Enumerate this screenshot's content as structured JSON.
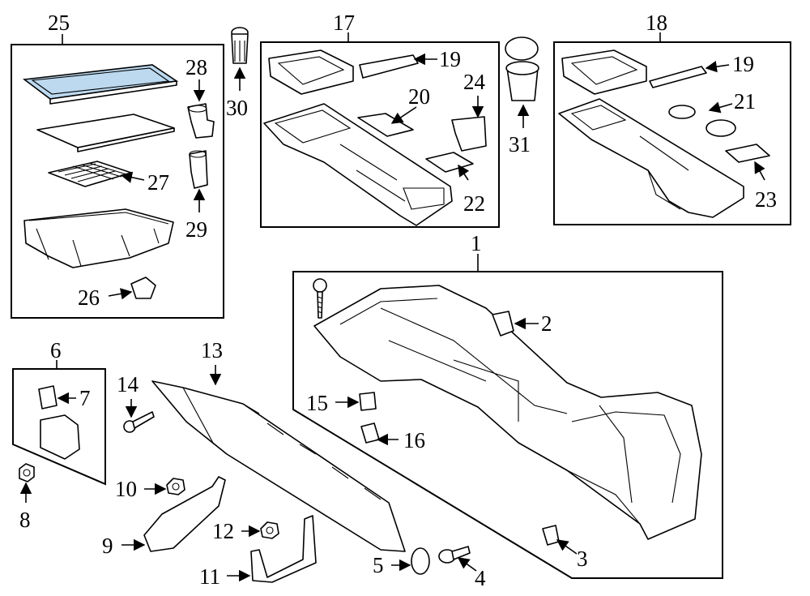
{
  "diagram": {
    "callouts": {
      "c1": "1",
      "c2": "2",
      "c3": "3",
      "c4": "4",
      "c5": "5",
      "c6": "6",
      "c7": "7",
      "c8": "8",
      "c9": "9",
      "c10": "10",
      "c11": "11",
      "c12": "12",
      "c13": "13",
      "c14": "14",
      "c15": "15",
      "c16": "16",
      "c17": "17",
      "c18": "18",
      "c19a": "19",
      "c19b": "19",
      "c20": "20",
      "c21": "21",
      "c22": "22",
      "c23": "23",
      "c24": "24",
      "c25": "25",
      "c26": "26",
      "c27": "27",
      "c28": "28",
      "c29": "29",
      "c30": "30",
      "c31": "31"
    },
    "highlight_color": "#bcd9ef",
    "line_color": "#000000"
  }
}
